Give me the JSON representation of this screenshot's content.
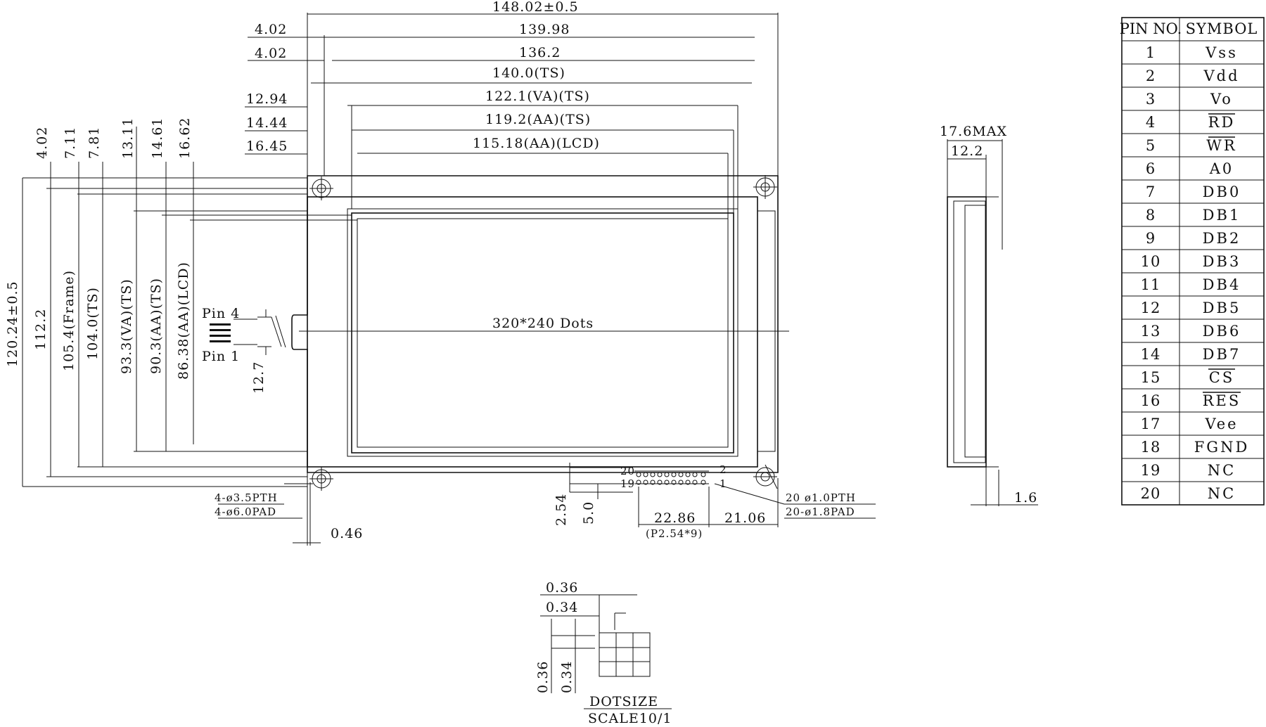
{
  "dimensions": {
    "width_total": "148.02±0.5",
    "w_139_98": "139.98",
    "w_136_2": "136.2",
    "w_140_ts": "140.0(TS)",
    "w_122_1": "122.1(VA)(TS)",
    "w_119_2": "119.2(AA)(TS)",
    "w_115_18": "115.18(AA)(LCD)",
    "left_4_02_a": "4.02",
    "left_4_02_b": "4.02",
    "left_12_94": "12.94",
    "left_14_44": "14.44",
    "left_16_45": "16.45",
    "top_4_02": "4.02",
    "top_7_11": "7.11",
    "top_7_81": "7.81",
    "top_13_11": "13.11",
    "top_14_61": "14.61",
    "top_16_62": "16.62",
    "height_total": "120.24±0.5",
    "h_112_2": "112.2",
    "h_frame": "105.4(Frame)",
    "h_104_ts": "104.0(TS)",
    "h_93_3": "93.3(VA)(TS)",
    "h_90_3": "90.3(AA)(TS)",
    "h_86_38": "86.38(AA)(LCD)",
    "dots_label": "320*240 Dots",
    "pin4": "Pin 4",
    "pin1": "Pin 1",
    "d_12_7": "12.7",
    "hole_pth": "4-ø3.5PTH",
    "hole_pad": "4-ø6.0PAD",
    "d_0_46": "0.46",
    "d_2_54": "2.54",
    "d_5_0": "5.0",
    "d_22_86": "22.86",
    "pitch": "(P2.54*9)",
    "d_21_06": "21.06",
    "pad_pth": "20  ø1.0PTH",
    "pad_pad": "20-ø1.8PAD",
    "conn_20": "20",
    "conn_19": "19",
    "conn_2": "2",
    "conn_1": "1",
    "side_max": "17.6MAX",
    "side_12_2": "12.2",
    "side_1_6": "1.6",
    "dot_036_a": "0.36",
    "dot_034_a": "0.34",
    "dot_036_b": "0.36",
    "dot_034_b": "0.34",
    "dot_title": "DOTSIZE",
    "dot_scale": "SCALE10/1"
  },
  "pin_table": {
    "header_no": "PIN NO.",
    "header_symbol": "SYMBOL",
    "rows": [
      {
        "no": "1",
        "symbol": "Vss",
        "overline": false
      },
      {
        "no": "2",
        "symbol": "Vdd",
        "overline": false
      },
      {
        "no": "3",
        "symbol": "Vo",
        "overline": false
      },
      {
        "no": "4",
        "symbol": "RD",
        "overline": true
      },
      {
        "no": "5",
        "symbol": "WR",
        "overline": true
      },
      {
        "no": "6",
        "symbol": "A0",
        "overline": false
      },
      {
        "no": "7",
        "symbol": "DB0",
        "overline": false
      },
      {
        "no": "8",
        "symbol": "DB1",
        "overline": false
      },
      {
        "no": "9",
        "symbol": "DB2",
        "overline": false
      },
      {
        "no": "10",
        "symbol": "DB3",
        "overline": false
      },
      {
        "no": "11",
        "symbol": "DB4",
        "overline": false
      },
      {
        "no": "12",
        "symbol": "DB5",
        "overline": false
      },
      {
        "no": "13",
        "symbol": "DB6",
        "overline": false
      },
      {
        "no": "14",
        "symbol": "DB7",
        "overline": false
      },
      {
        "no": "15",
        "symbol": "CS",
        "overline": true
      },
      {
        "no": "16",
        "symbol": "RES",
        "overline": true
      },
      {
        "no": "17",
        "symbol": "Vee",
        "overline": false
      },
      {
        "no": "18",
        "symbol": "FGND",
        "overline": false
      },
      {
        "no": "19",
        "symbol": "NC",
        "overline": false
      },
      {
        "no": "20",
        "symbol": "NC",
        "overline": false
      }
    ]
  }
}
